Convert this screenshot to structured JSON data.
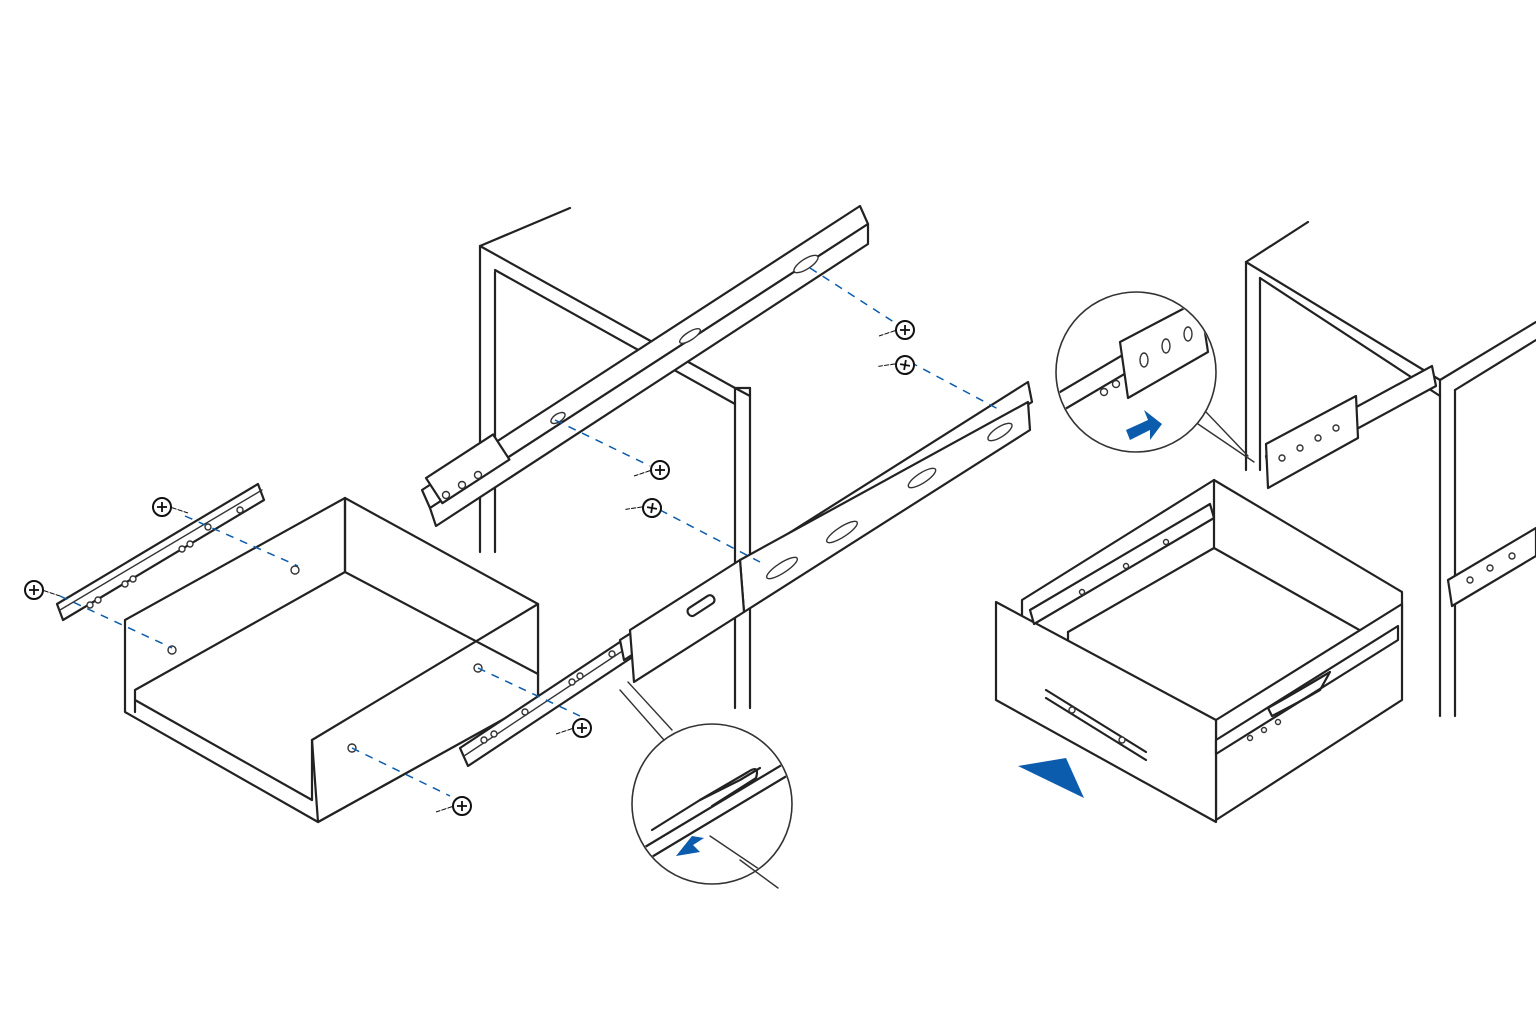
{
  "diagram": {
    "colors": {
      "line": "#222222",
      "accent": "#0b5cad",
      "background": "#ffffff"
    },
    "icons": {
      "screw": "phillips-screw-icon",
      "arrow": "direction-arrow-icon"
    },
    "steps": [
      {
        "id": "step-1",
        "subject": "drawer-member-rails-to-drawer-sides"
      },
      {
        "id": "step-2",
        "subject": "cabinet-member-rails-to-cabinet-sides"
      },
      {
        "id": "step-3",
        "subject": "insert-drawer-into-cabinet"
      }
    ],
    "detail_callouts": [
      "release-lever-detail",
      "rail-engagement-detail"
    ]
  }
}
